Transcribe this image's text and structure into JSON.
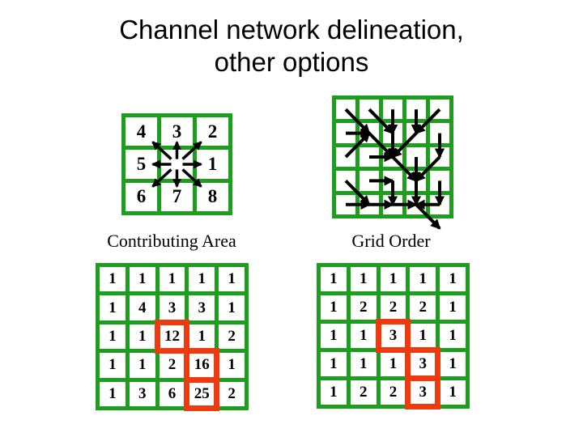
{
  "slide": {
    "title_line1": "Channel network delineation,",
    "title_line2": "other options",
    "title_color": "#000000"
  },
  "colors": {
    "grid_line_green": "#1e9e1e",
    "highlight_red": "#ee3a0e",
    "arrow_color": "#000000",
    "number_color": "#000000",
    "background": "#ffffff"
  },
  "d8_direction_grid": {
    "cells": [
      [
        "4",
        "3",
        "2"
      ],
      [
        "5",
        "",
        "1"
      ],
      [
        "6",
        "7",
        "8"
      ]
    ],
    "center_arrow_directions": [
      "N",
      "NE",
      "E",
      "SE",
      "S",
      "SW",
      "W",
      "NW"
    ]
  },
  "flow_direction_grid": {
    "directions": [
      [
        "SE",
        "SE",
        "S",
        "S",
        "SW"
      ],
      [
        "E",
        "SE",
        "S",
        "SW",
        "S"
      ],
      [
        "NE",
        "E",
        "SE",
        "S",
        "SW"
      ],
      [
        "SE",
        "E",
        "S",
        "S",
        "S"
      ],
      [
        "E",
        "E",
        "E",
        "SE",
        "W"
      ]
    ],
    "outlet_cell_row_col": [
      5,
      4
    ]
  },
  "section_labels": {
    "contributing_area": "Contributing Area",
    "grid_order": "Grid Order"
  },
  "contributing_area_grid": {
    "values": [
      [
        1,
        1,
        1,
        1,
        1
      ],
      [
        1,
        4,
        3,
        3,
        1
      ],
      [
        1,
        1,
        12,
        1,
        2
      ],
      [
        1,
        1,
        2,
        16,
        1
      ],
      [
        1,
        3,
        6,
        25,
        2
      ]
    ],
    "highlighted_cells_row_col": [
      [
        3,
        3
      ],
      [
        4,
        4
      ],
      [
        5,
        4
      ]
    ]
  },
  "grid_order_grid": {
    "values": [
      [
        1,
        1,
        1,
        1,
        1
      ],
      [
        1,
        2,
        2,
        2,
        1
      ],
      [
        1,
        1,
        3,
        1,
        1
      ],
      [
        1,
        1,
        1,
        3,
        1
      ],
      [
        1,
        2,
        2,
        3,
        1
      ]
    ],
    "highlighted_cells_row_col": [
      [
        3,
        3
      ],
      [
        4,
        4
      ],
      [
        5,
        4
      ]
    ]
  }
}
